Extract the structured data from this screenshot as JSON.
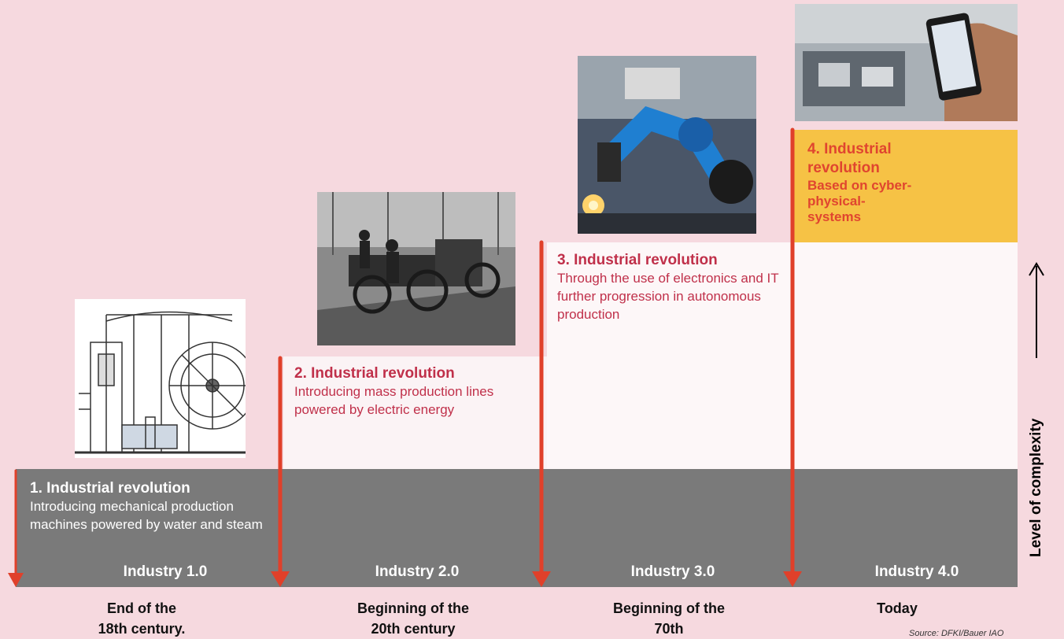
{
  "stages": [
    {
      "title": "1. Industrial revolution",
      "description": "Introducing mechanical production machines powered by water and steam",
      "label": "Industry 1.0",
      "date_line1": "End of the",
      "date_line2": "18th century."
    },
    {
      "title": "2. Industrial revolution",
      "description": "Introducing mass production lines powered by electric energy",
      "label": "Industry 2.0",
      "date_line1": "Beginning of the",
      "date_line2": "20th century"
    },
    {
      "title": "3. Industrial revolution",
      "description": "Through the use of electronics and IT further progression in autonomous production",
      "label": "Industry 3.0",
      "date_line1": "Beginning of the",
      "date_line2": "70th"
    },
    {
      "title_line1": "4. Industrial",
      "title_line2": "revolution",
      "description_line1": "Based on cyber-",
      "description_line2": "physical-",
      "description_line3": "systems",
      "label": "Industry 4.0",
      "date_line1": "Today"
    }
  ],
  "axis": {
    "label": "Level of complexity"
  },
  "source": "Source: DFKI/Bauer IAO",
  "colors": {
    "background": "#f6d9df",
    "band": "#7a7a7a",
    "arrow": "#e0402a",
    "highlight": "#f6c245",
    "accent_text": "#c0304a"
  }
}
